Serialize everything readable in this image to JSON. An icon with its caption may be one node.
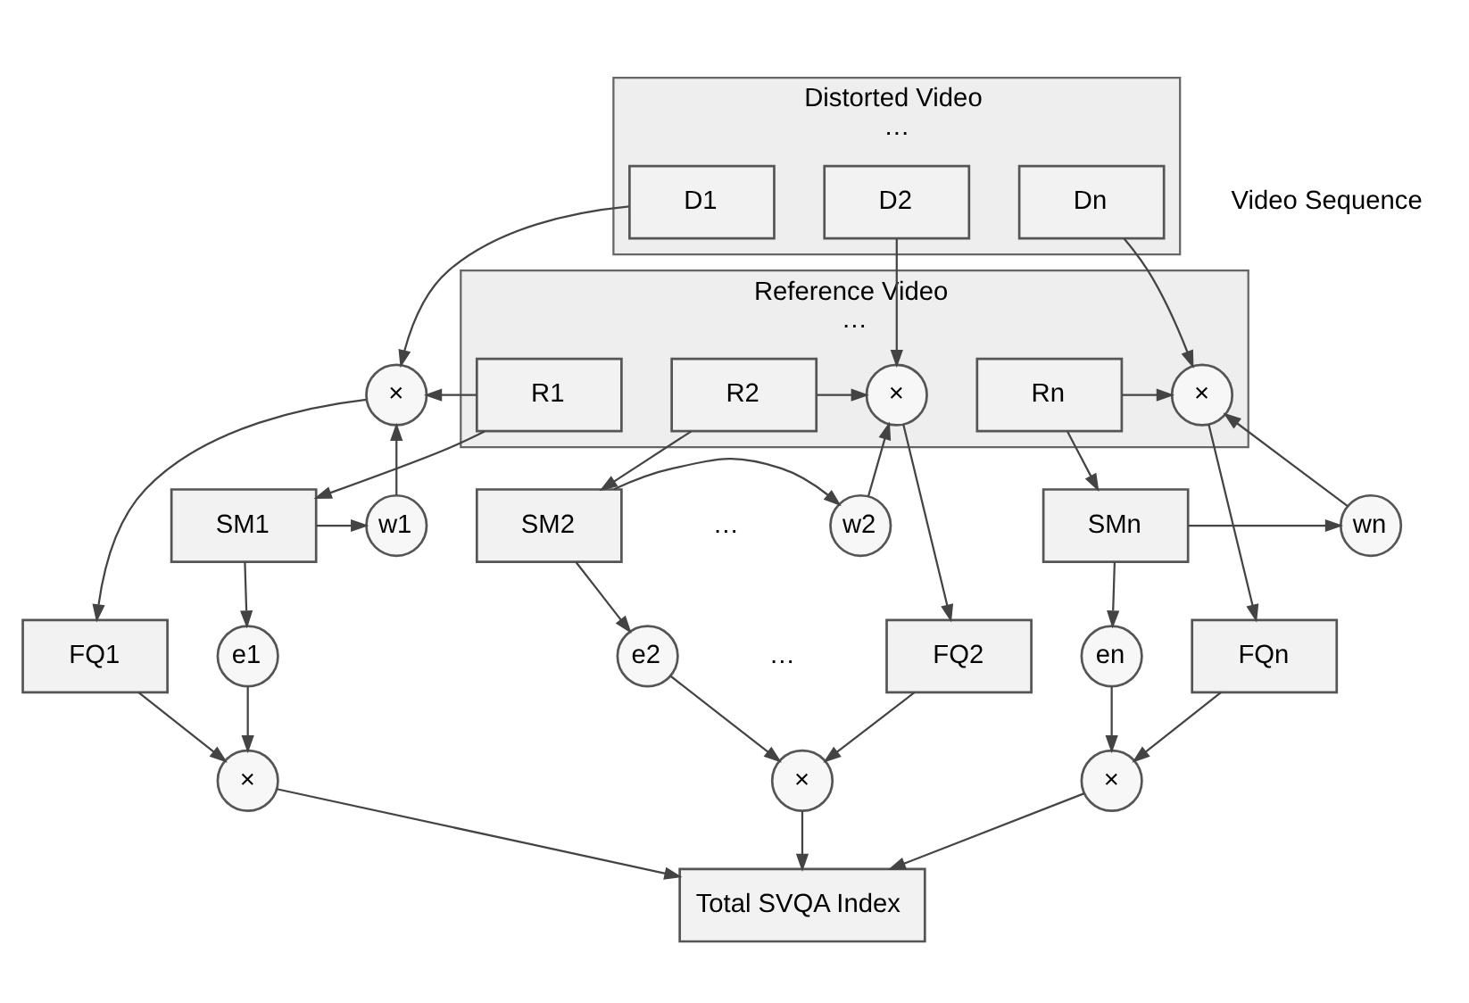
{
  "diagram": {
    "nodes": [
      {
        "text": [
          "Distorted Video",
          "…"
        ]
      },
      {
        "text": [
          "D1"
        ],
        "in": 0
      },
      {
        "text": [
          "D2"
        ],
        "in": 0
      },
      {
        "text": [
          "Dn"
        ],
        "in": 0
      },
      {
        "text": [
          "Reference Video",
          "…"
        ]
      },
      {
        "text": [
          "×"
        ]
      },
      {
        "text": [
          "R1"
        ],
        "in": 4
      },
      {
        "text": [
          "×"
        ],
        "in": 4
      },
      {
        "text": [
          "R2"
        ],
        "in": 4
      },
      {
        "text": [
          "×"
        ],
        "in": 4
      },
      {
        "text": [
          "Rn"
        ],
        "in": 4
      },
      {
        "text": [
          "w1"
        ]
      },
      {
        "text": [
          "SM1"
        ]
      },
      {
        "text": [
          "w2"
        ]
      },
      {
        "text": [
          "SM2"
        ]
      },
      {
        "text": [
          "wn"
        ]
      },
      {
        "text": [
          "SMn"
        ]
      },
      {
        "text": [
          "FQ1"
        ]
      },
      {
        "text": [
          "e1"
        ]
      },
      {
        "text": [
          "FQ2"
        ]
      },
      {
        "text": [
          "e2"
        ]
      },
      {
        "text": [
          "FQn"
        ]
      },
      {
        "text": [
          "en"
        ]
      },
      {
        "text": [
          "×"
        ]
      },
      {
        "text": [
          "×"
        ]
      },
      {
        "text": [
          "×"
        ]
      },
      {
        "text": [
          "Total SVQA Index"
        ]
      }
    ],
    "edges": [
      {
        "from": 1,
        "to": 5,
        "arrow": "to"
      },
      {
        "from": 6,
        "to": 5,
        "arrow": "to"
      },
      {
        "from": 11,
        "to": 5,
        "arrow": "to"
      },
      {
        "from": 6,
        "to": 12,
        "arrow": "to"
      },
      {
        "from": 12,
        "to": 11,
        "arrow": "to"
      },
      {
        "from": 5,
        "to": 17,
        "arrow": "to"
      },
      {
        "from": 12,
        "to": 18,
        "arrow": "to"
      },
      {
        "from": 17,
        "to": 23,
        "arrow": "to"
      },
      {
        "from": 18,
        "to": 23,
        "arrow": "to"
      },
      {
        "from": 23,
        "to": 26,
        "arrow": "to"
      },
      {
        "from": 2,
        "to": 7,
        "arrow": "to"
      },
      {
        "from": 8,
        "to": 7,
        "arrow": "to"
      },
      {
        "from": 13,
        "to": 7,
        "arrow": "to"
      },
      {
        "from": 8,
        "to": 14,
        "arrow": "to"
      },
      {
        "from": 14,
        "to": 13,
        "arrow": "to"
      },
      {
        "from": 7,
        "to": 19,
        "arrow": "to"
      },
      {
        "from": 14,
        "to": 20,
        "arrow": "to"
      },
      {
        "from": 19,
        "to": 24,
        "arrow": "to"
      },
      {
        "from": 20,
        "to": 24,
        "arrow": "to"
      },
      {
        "from": 24,
        "to": 26,
        "arrow": "to"
      },
      {
        "from": 3,
        "to": 9,
        "arrow": "to"
      },
      {
        "from": 10,
        "to": 9,
        "arrow": "to"
      },
      {
        "from": 15,
        "to": 9,
        "arrow": "to"
      },
      {
        "from": 10,
        "to": 16,
        "arrow": "to"
      },
      {
        "from": 16,
        "to": 15,
        "arrow": "to"
      },
      {
        "from": 9,
        "to": 21,
        "arrow": "to"
      },
      {
        "from": 16,
        "to": 22,
        "arrow": "to"
      },
      {
        "from": 21,
        "to": 25,
        "arrow": "to"
      },
      {
        "from": 22,
        "to": 25,
        "arrow": "to"
      },
      {
        "from": 25,
        "to": 26,
        "arrow": "to"
      }
    ],
    "labels": [
      "Video Sequence",
      "…",
      "…"
    ]
  }
}
